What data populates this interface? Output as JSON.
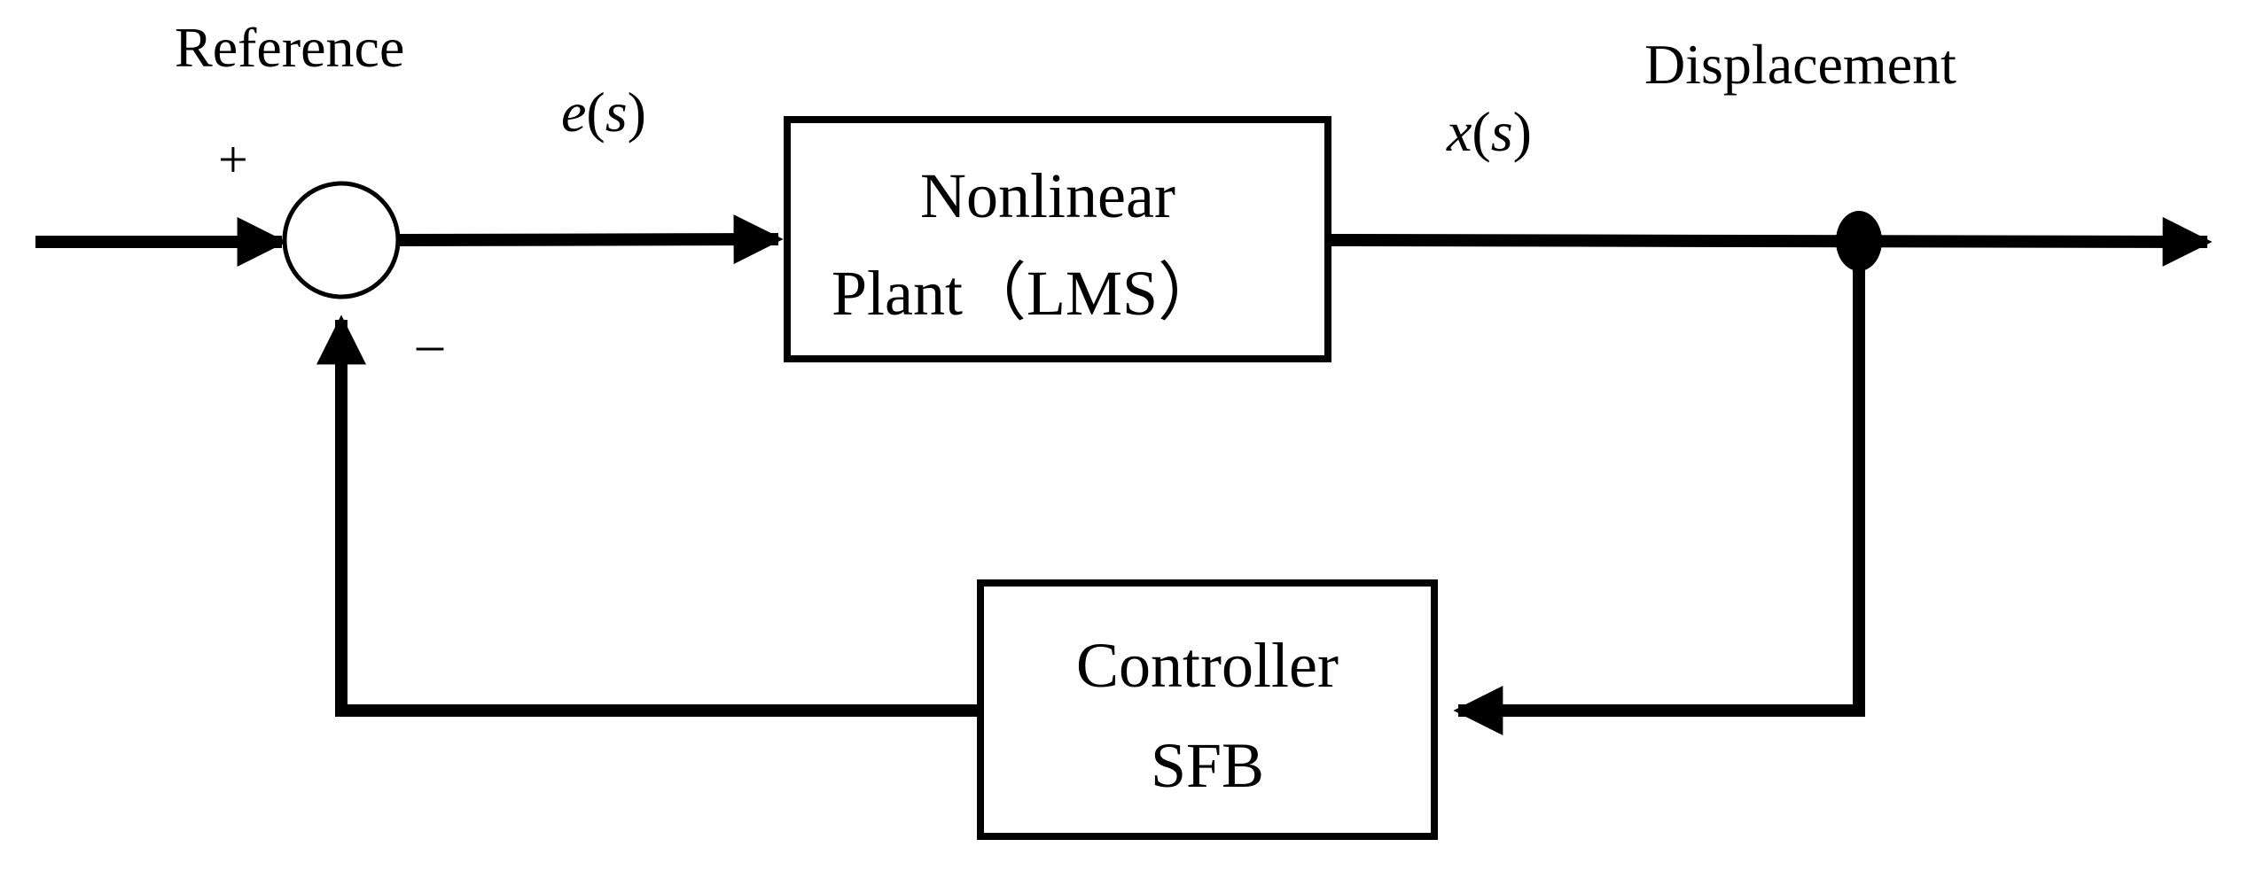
{
  "diagram": {
    "labels": {
      "reference": "Reference",
      "displacement": "Displacement",
      "plus_sign": "+",
      "minus_sign": "–"
    },
    "signals": {
      "error": {
        "var": "e",
        "open": "(",
        "arg": "s",
        "close": ")"
      },
      "output": {
        "var": "x",
        "open": "(",
        "arg": "s",
        "close": ")"
      }
    },
    "blocks": {
      "plant": {
        "line1": "Nonlinear",
        "line2": "Plant（LMS）"
      },
      "controller": {
        "line1": "Controller",
        "line2": "SFB"
      }
    },
    "colors": {
      "stroke": "#000000",
      "background": "#ffffff"
    }
  }
}
